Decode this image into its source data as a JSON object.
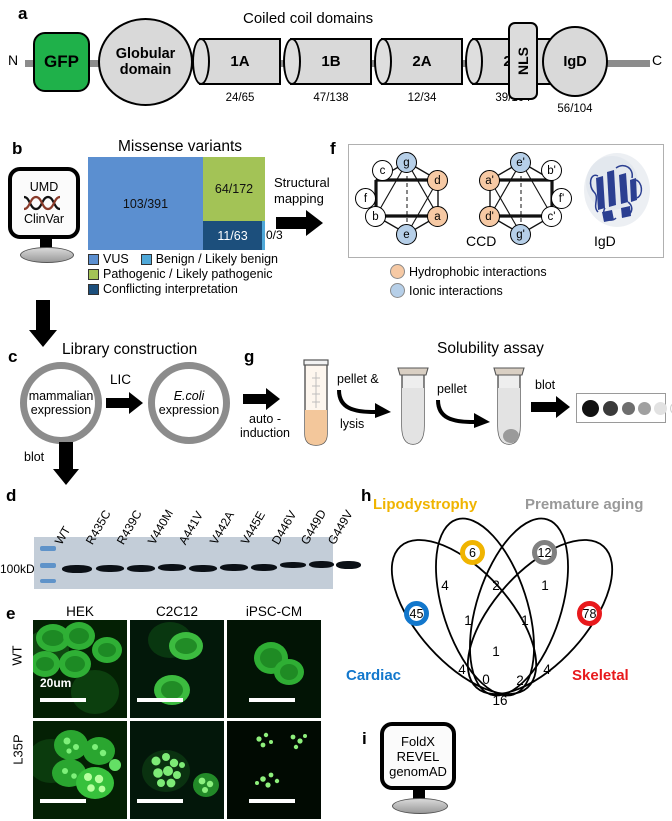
{
  "figure": {
    "panels": [
      "a",
      "b",
      "c",
      "d",
      "e",
      "f",
      "g",
      "h",
      "i"
    ]
  },
  "panel_a": {
    "label": "a",
    "title": "Coiled coil domains",
    "n_terminus": "N",
    "c_terminus": "C",
    "gfp": "GFP",
    "globular_line1": "Globular",
    "globular_line2": "domain",
    "nls": "NLS",
    "igd": "IgD",
    "domains": [
      {
        "name": "1A",
        "ratio": "24/65"
      },
      {
        "name": "1B",
        "ratio": "47/138"
      },
      {
        "name": "2A",
        "ratio": "12/34"
      },
      {
        "name": "2B",
        "ratio": "39/104"
      }
    ],
    "igd_ratio": "56/104"
  },
  "panel_b": {
    "label": "b",
    "title": "Missense variants",
    "database": {
      "line1": "UMD",
      "icon": "dna-helix-icon",
      "line2": "ClinVar"
    },
    "treemap": {
      "vus": {
        "value": "103/391",
        "color": "#5b8fd0"
      },
      "pathogenic": {
        "value": "64/172",
        "color": "#a3c356"
      },
      "conflicting": {
        "value": "11/63",
        "color": "#1c4f7c"
      },
      "benign": {
        "value": "0/3",
        "color": "#4fa8d8"
      }
    },
    "legend": [
      {
        "label": "VUS",
        "color": "#5b8fd0"
      },
      {
        "label": "Benign / Likely benign",
        "color": "#4fa8d8"
      },
      {
        "label": "Pathogenic / Likely pathogenic",
        "color": "#a3c356"
      },
      {
        "label": "Conflicting interpretation",
        "color": "#1c4f7c"
      }
    ],
    "arrow_label_line1": "Structural",
    "arrow_label_line2": "mapping"
  },
  "panel_c": {
    "label": "c",
    "title": "Library construction",
    "plasmid1_line1": "mammalian",
    "plasmid1_line2": "expression",
    "arrow_label": "LIC",
    "plasmid2_line1": "E.coli",
    "plasmid2_line2": "expression",
    "blot_arrow_label": "blot"
  },
  "panel_d": {
    "label": "d",
    "marker": "100kD",
    "lanes": [
      "WT",
      "R435C",
      "R439C",
      "V440M",
      "A441V",
      "V442A",
      "V445E",
      "D446V",
      "G449D",
      "G449V"
    ]
  },
  "panel_e": {
    "label": "e",
    "columns": [
      "HEK",
      "C2C12",
      "iPSC-CM"
    ],
    "rows": [
      "WT",
      "L35P"
    ],
    "scalebar_label": "20um"
  },
  "panel_f": {
    "label": "f",
    "ccd_label": "CCD",
    "igd_label": "IgD",
    "wheel_left": [
      "g",
      "d",
      "a",
      "e",
      "b",
      "f",
      "c"
    ],
    "wheel_right": [
      "e'",
      "b'",
      "f'",
      "c'",
      "g'",
      "d'",
      "a'"
    ],
    "legend": [
      {
        "label": "Hydrophobic interactions",
        "color": "#f6c9a4"
      },
      {
        "label": "Ionic interactions",
        "color": "#b6cfe8"
      }
    ]
  },
  "panel_g": {
    "label": "g",
    "title": "Solubility assay",
    "step1_line1": "auto -",
    "step1_line2": "induction",
    "step2_line1": "pellet &",
    "step2_line2": "lysis",
    "step3": "pellet",
    "step4": "blot",
    "dot_shades": [
      "#111111",
      "#3a3a3a",
      "#6e6e6e",
      "#a0a0a0",
      "#e2e2e2",
      "#fdfdfd"
    ]
  },
  "panel_h": {
    "label": "h",
    "sets": [
      {
        "name": "Lipodystrophy",
        "count": "6",
        "color": "#f0b400"
      },
      {
        "name": "Premature aging",
        "count": "12",
        "color": "#808080"
      },
      {
        "name": "Cardiac",
        "count": "45",
        "color": "#1277cc"
      },
      {
        "name": "Skeletal",
        "count": "78",
        "color": "#e8191c"
      }
    ],
    "intersections": [
      "4",
      "2",
      "1",
      "1",
      "1",
      "1",
      "4",
      "4",
      "0",
      "2",
      "16"
    ]
  },
  "panel_i": {
    "label": "i",
    "tools": [
      "FoldX",
      "REVEL",
      "genomAD"
    ]
  }
}
